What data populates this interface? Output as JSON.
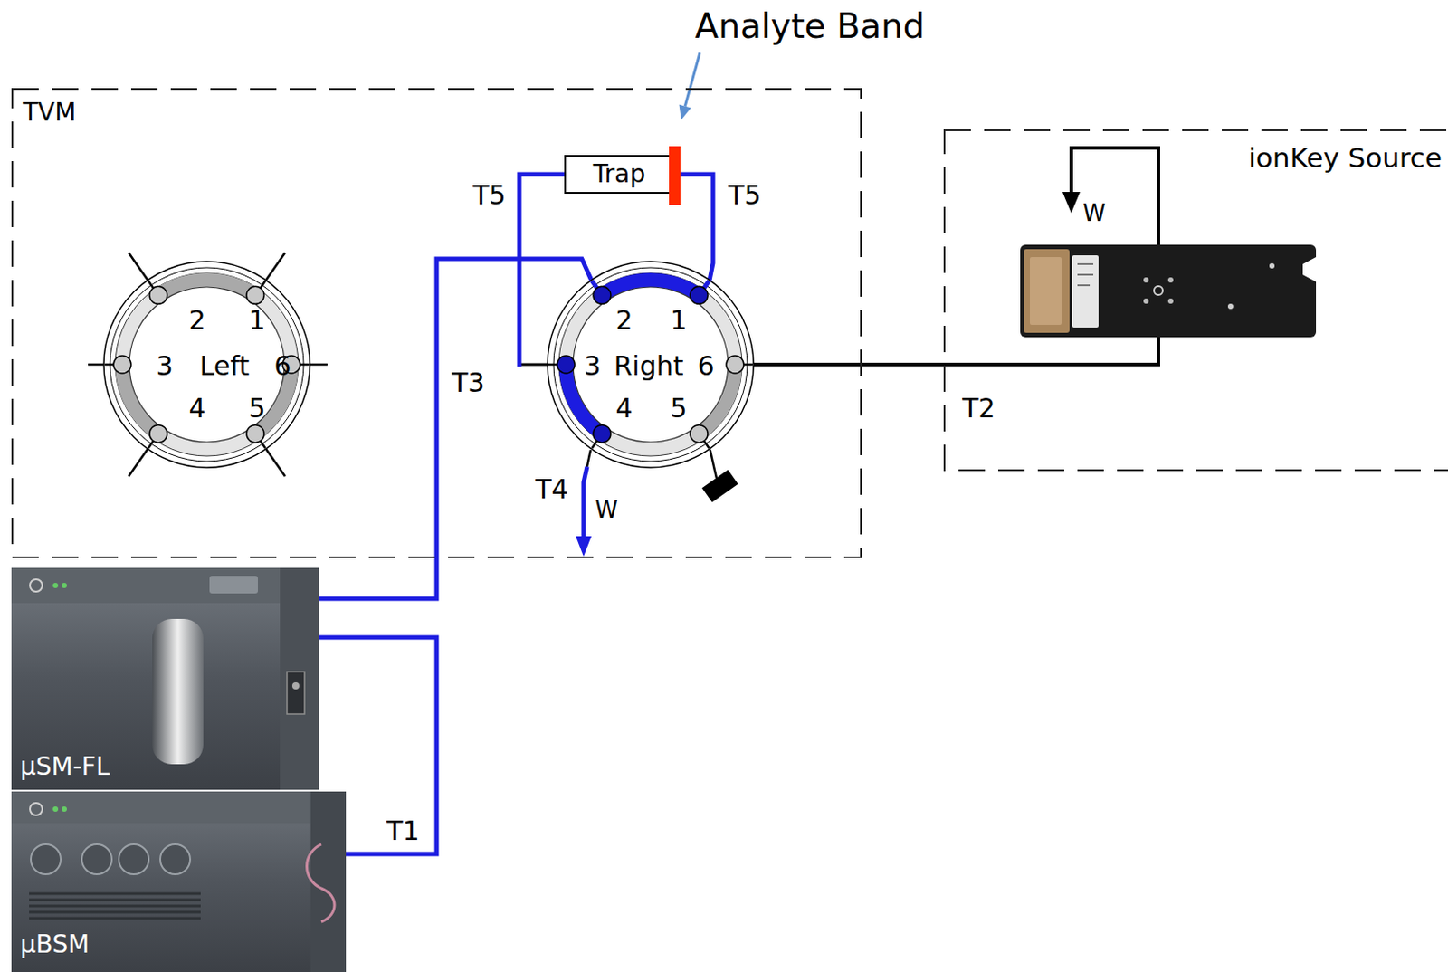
{
  "diagram": {
    "nodes": [
      {
        "text": [
          "TVM"
        ]
      },
      {
        "text": [
          "Left"
        ],
        "in": 0
      },
      {
        "text": [
          "Trap"
        ],
        "in": 0
      },
      {
        "text": [
          "Right"
        ],
        "in": 0
      },
      {
        "text": [
          "ionKey Source"
        ]
      },
      {
        "text": [
          "µSM-FL"
        ]
      },
      {
        "text": [
          "µBSM"
        ]
      }
    ],
    "edges": [
      {
        "from": 5,
        "to": 3,
        "arrow": "none",
        "label": "T3"
      },
      {
        "from": 6,
        "to": 5,
        "arrow": "none",
        "label": "T1"
      },
      {
        "from": 3,
        "to": 2,
        "arrow": "none",
        "label": "T5"
      },
      {
        "from": 2,
        "to": 3,
        "arrow": "none",
        "label": "T5"
      },
      {
        "from": 3,
        "to": 4,
        "arrow": "none",
        "label": "T2"
      }
    ],
    "labels": [
      "Analyte Band",
      "2",
      "1",
      "3",
      "6",
      "4",
      "5",
      "2",
      "1",
      "3",
      "6",
      "4",
      "5",
      "T4",
      "W",
      "W"
    ]
  }
}
